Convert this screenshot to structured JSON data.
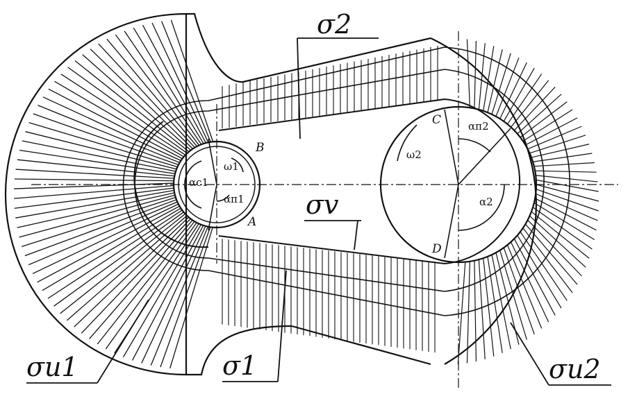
{
  "labels": {
    "sigma_2": "σ2",
    "sigma_v": "σv",
    "sigma_1": "σ1",
    "sigma_u1": "σи1",
    "sigma_u2": "σи2",
    "point_A": "A",
    "point_B": "B",
    "point_C": "C",
    "point_D": "D",
    "omega_1": "ω1",
    "omega_2": "ω2",
    "alpha_c1": "αc1",
    "alpha_n1": "αп1",
    "alpha_n2": "αп2",
    "alpha_2": "α2"
  }
}
